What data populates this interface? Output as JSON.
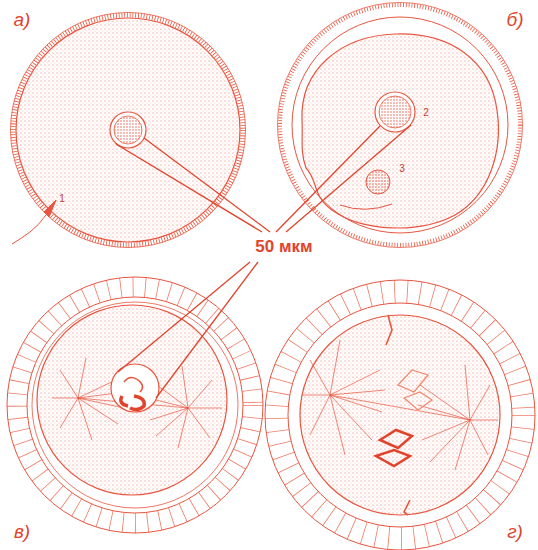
{
  "diagram": {
    "labels": [
      "а)",
      "б)",
      "в)",
      "г)",
      "50 мкм",
      "1",
      "2",
      "3"
    ]
  }
}
